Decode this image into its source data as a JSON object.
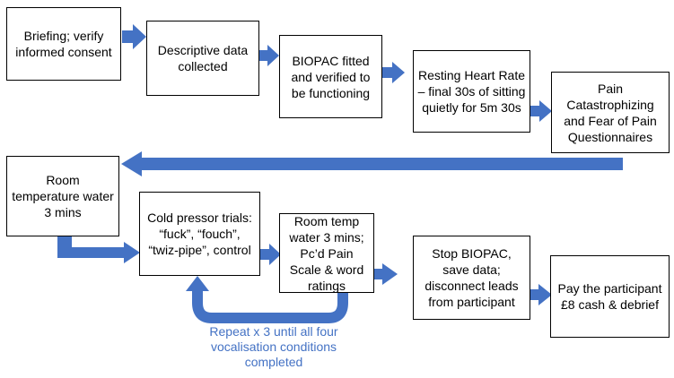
{
  "colors": {
    "arrow": "#4472c4",
    "box_border": "#000000",
    "caption": "#4472c4"
  },
  "steps": [
    {
      "id": "briefing",
      "text": "Briefing; verify informed consent"
    },
    {
      "id": "descriptive",
      "text": "Descriptive data collected"
    },
    {
      "id": "biopac-fitted",
      "text": "BIOPAC fitted and verified to be functioning"
    },
    {
      "id": "resting-hr",
      "text": "Resting Heart Rate – final 30s of sitting quietly for 5m 30s"
    },
    {
      "id": "questionnaires",
      "text": "Pain Catastrophizing and Fear of Pain Questionnaires"
    },
    {
      "id": "room-temp-1",
      "text": "Room temperature water 3 mins"
    },
    {
      "id": "cold-pressor",
      "text": "Cold pressor trials: “fuck”, “fouch”, “twiz-pipe”, control"
    },
    {
      "id": "room-temp-2",
      "text": "Room temp water 3 mins; Pc’d Pain Scale & word ratings"
    },
    {
      "id": "stop-biopac",
      "text": "Stop BIOPAC, save data; disconnect leads from participant"
    },
    {
      "id": "pay",
      "text": "Pay the participant £8 cash & debrief"
    }
  ],
  "loop_caption": "Repeat x 3 until all four vocalisation conditions completed"
}
